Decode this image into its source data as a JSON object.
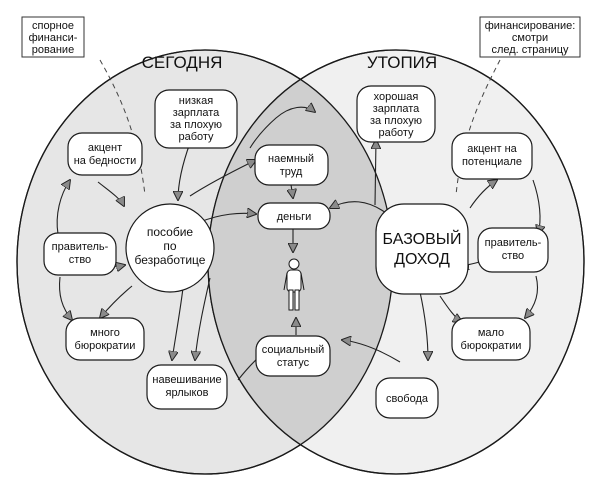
{
  "diagram": {
    "title_left": "СЕГОДНЯ",
    "title_right": "УТОПИЯ",
    "note_left": [
      "спорное",
      "финанси-",
      "рование"
    ],
    "note_right": [
      "финансирование:",
      "смотри",
      "след. страницу"
    ],
    "left_center": [
      "пособие",
      "по",
      "безработице"
    ],
    "right_center": [
      "БАЗОВЫЙ",
      "ДОХОД"
    ],
    "left_nodes": {
      "low_pay": [
        "низкая",
        "зарплата",
        "за плохую",
        "работу"
      ],
      "poverty_focus": [
        "акцент",
        "на бедности"
      ],
      "government": [
        "правитель-",
        "ство"
      ],
      "bureaucracy": [
        "много",
        "бюрократии"
      ],
      "labeling": [
        "навешивание",
        "ярлыков"
      ]
    },
    "middle_nodes": {
      "wage_labor": [
        "наемный",
        "труд"
      ],
      "money": [
        "деньги"
      ],
      "social_status": [
        "социальный",
        "статус"
      ]
    },
    "right_nodes": {
      "good_pay": [
        "хорошая",
        "зарплата",
        "за плохую",
        "работу"
      ],
      "potential_focus": [
        "акцент на",
        "потенциале"
      ],
      "government": [
        "правитель-",
        "ство"
      ],
      "bureaucracy": [
        "мало",
        "бюрократии"
      ],
      "freedom": [
        "свобода"
      ]
    },
    "colors": {
      "left_circle": "#e6e6e6",
      "right_circle": "#f0f0f0",
      "overlap": "#cfcfcf",
      "outline": "#1a1a1a"
    },
    "icons": {
      "person": "person-figure-icon"
    }
  }
}
